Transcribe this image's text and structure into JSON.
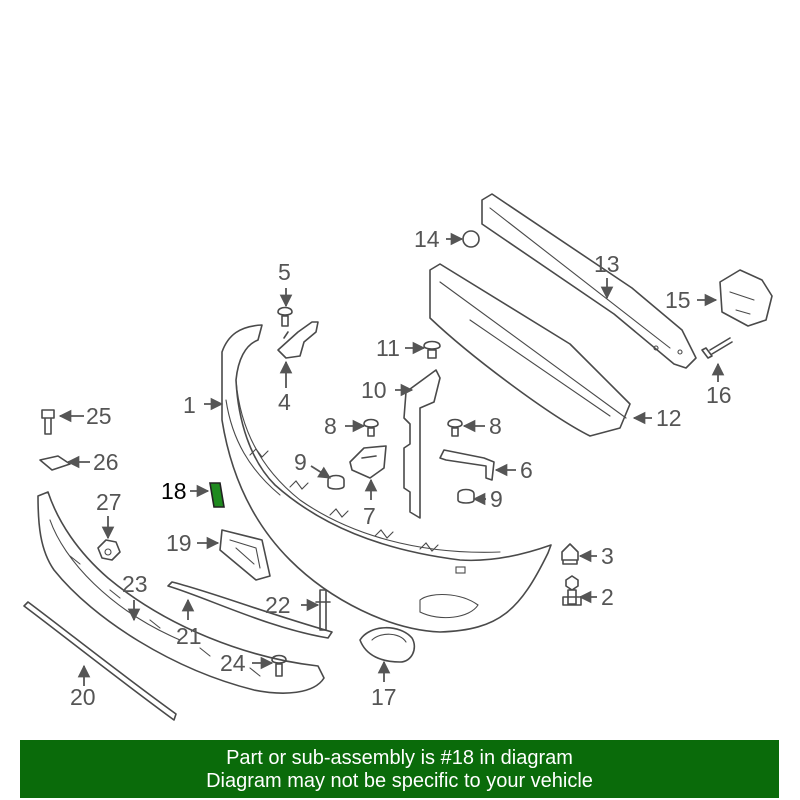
{
  "diagram": {
    "callouts": [
      {
        "id": "1",
        "label": "1"
      },
      {
        "id": "2",
        "label": "2"
      },
      {
        "id": "3",
        "label": "3"
      },
      {
        "id": "4",
        "label": "4"
      },
      {
        "id": "5",
        "label": "5"
      },
      {
        "id": "6",
        "label": "6"
      },
      {
        "id": "7",
        "label": "7"
      },
      {
        "id": "8a",
        "label": "8"
      },
      {
        "id": "8b",
        "label": "8"
      },
      {
        "id": "9a",
        "label": "9"
      },
      {
        "id": "9b",
        "label": "9"
      },
      {
        "id": "10",
        "label": "10"
      },
      {
        "id": "11",
        "label": "11"
      },
      {
        "id": "12",
        "label": "12"
      },
      {
        "id": "13",
        "label": "13"
      },
      {
        "id": "14",
        "label": "14"
      },
      {
        "id": "15",
        "label": "15"
      },
      {
        "id": "16",
        "label": "16"
      },
      {
        "id": "17",
        "label": "17"
      },
      {
        "id": "18",
        "label": "18"
      },
      {
        "id": "19",
        "label": "19"
      },
      {
        "id": "20",
        "label": "20"
      },
      {
        "id": "21",
        "label": "21"
      },
      {
        "id": "22",
        "label": "22"
      },
      {
        "id": "23",
        "label": "23"
      },
      {
        "id": "24",
        "label": "24"
      },
      {
        "id": "25",
        "label": "25"
      },
      {
        "id": "26",
        "label": "26"
      },
      {
        "id": "27",
        "label": "27"
      }
    ],
    "highlighted_part": "18",
    "highlight_color": "#1f8a1f"
  },
  "banner": {
    "line1": "Part or sub-assembly is #18 in diagram",
    "line2": "Diagram may not be specific to your vehicle",
    "color": "#0a6b0a"
  }
}
